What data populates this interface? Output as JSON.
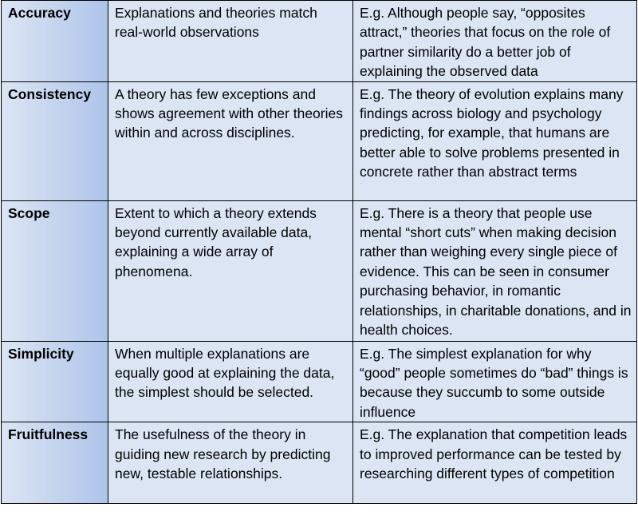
{
  "table": {
    "rows": [
      {
        "term": "Accuracy",
        "definition": "Explanations and theories match real-world observations",
        "example": "E.g. Although people say, “opposites attract,” theories that focus on the role of partner similarity do a better job of explaining the observed data"
      },
      {
        "term": "Consistency",
        "definition": "A theory has few exceptions and shows agreement with other theories within and across disciplines.",
        "example": "E.g. The theory of evolution explains many findings across biology and psychology predicting, for example, that humans are better able to solve problems presented in concrete rather than abstract terms"
      },
      {
        "term": "Scope",
        "definition": "Extent to which a theory extends beyond currently available data, explaining a wide array of phenomena.",
        "example": "E.g. There is a theory that people use mental “short cuts” when making decision rather than weighing every single piece of evidence. This can be seen in consumer purchasing behavior, in romantic relationships, in charitable donations, and in health choices."
      },
      {
        "term": "Simplicity",
        "definition": "When multiple explanations are equally good at explaining the data, the simplest should be selected.",
        "example": "E.g. The simplest explanation for why “good” people sometimes do “bad” things is because they succumb to some outside influence"
      },
      {
        "term": "Fruitfulness",
        "definition": "The usefulness of the theory in guiding new research by predicting new, testable relationships.",
        "example": "E.g. The explanation that competition leads to improved performance can be tested by researching different types of competition"
      }
    ]
  }
}
